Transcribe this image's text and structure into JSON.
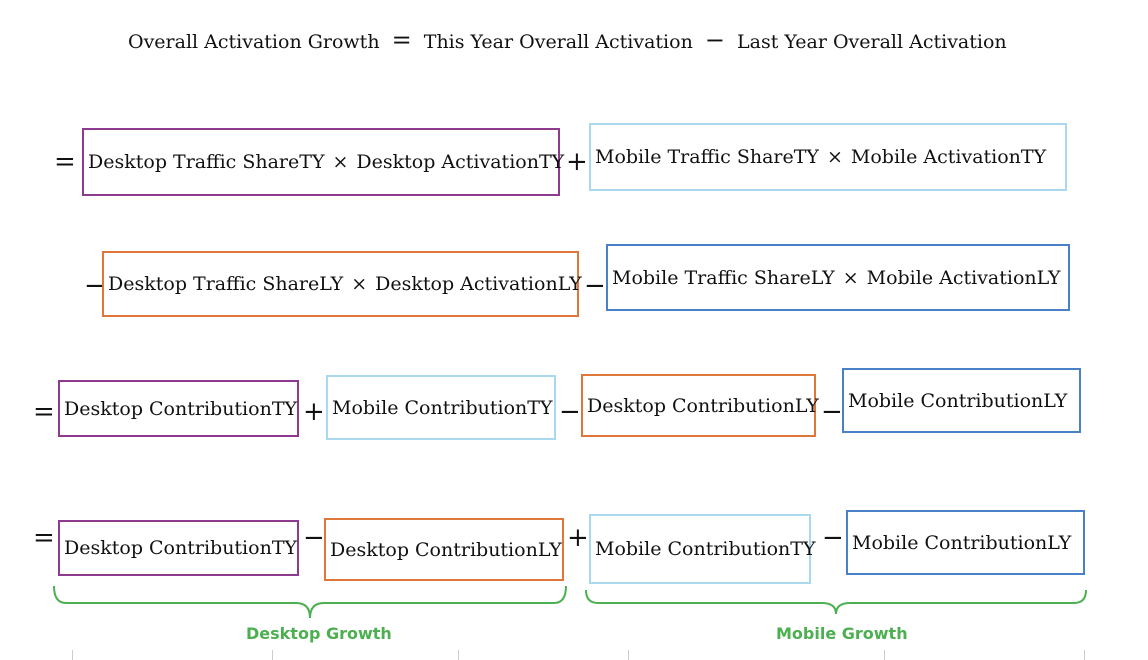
{
  "title": {
    "lhs": "Overall Activation Growth",
    "eq": "=",
    "ty": "This Year Overall Activation",
    "minus": "−",
    "ly": "Last Year Overall Activation"
  },
  "ops": {
    "eq": "=",
    "plus": "+",
    "minus": "−",
    "times": "×"
  },
  "subs": {
    "ty": "TY",
    "ly": "LY"
  },
  "terms": {
    "desktop_traffic_share": "Desktop Traffic Share",
    "desktop_activation": "Desktop Activation",
    "mobile_traffic_share": "Mobile Traffic Share",
    "mobile_activation": "Mobile Activation",
    "desktop_contribution": "Desktop Contribution",
    "mobile_contribution": "Mobile Contribution"
  },
  "braces": {
    "desktop_growth": "Desktop Growth",
    "mobile_growth": "Mobile Growth"
  },
  "colors": {
    "desktop_ty": "#8e3a8e",
    "mobile_ty": "#a9d8ef",
    "desktop_ly": "#e0773a",
    "mobile_ly": "#4a80c8",
    "brace": "#4caf50"
  }
}
